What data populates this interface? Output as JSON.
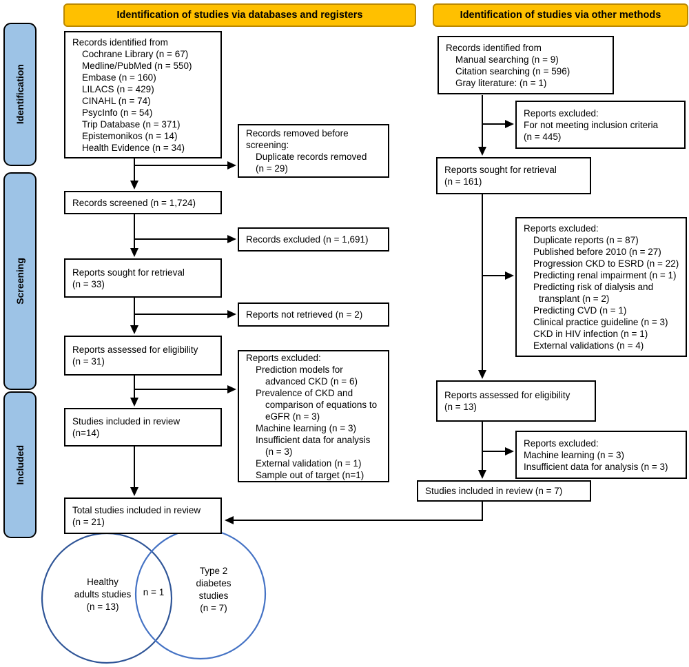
{
  "headers": {
    "left": "Identification of studies via databases and registers",
    "right": "Identification of studies via other methods"
  },
  "sidebar": {
    "identification": "Identification",
    "screening": "Screening",
    "included": "Included"
  },
  "colors": {
    "header_bg": "#FFC000",
    "header_border": "#BB8800",
    "sidebar_bg": "#9DC3E6",
    "box_border": "#000000",
    "venn_left": "#2F5597",
    "venn_right": "#4472C4"
  },
  "boxes": {
    "records_db": {
      "lines": [
        "Records identified from",
        "Cochrane Library (n = 67)",
        "Medline/PubMed (n = 550)",
        "Embase (n = 160)",
        "LILACS (n = 429)",
        "CINAHL (n = 74)",
        "PsycInfo (n = 54)",
        "Trip Database (n = 371)",
        "Epistemonikos (n = 14)",
        "Health Evidence (n = 34)"
      ]
    },
    "records_removed": {
      "lines": [
        "Records removed before",
        "screening:",
        "Duplicate records removed",
        "(n = 29)"
      ]
    },
    "records_screened": {
      "lines": [
        "Records screened (n = 1,724)"
      ]
    },
    "records_excluded": {
      "lines": [
        "Records excluded (n = 1,691)"
      ]
    },
    "reports_sought_33": {
      "lines": [
        "Reports sought for retrieval",
        "(n = 33)"
      ]
    },
    "reports_not_retrieved": {
      "lines": [
        "Reports not retrieved (n = 2)"
      ]
    },
    "reports_assessed_31": {
      "lines": [
        "Reports assessed for eligibility",
        "(n = 31)"
      ]
    },
    "reports_excluded_left": {
      "lines": [
        "Reports excluded:",
        "Prediction models for",
        "advanced CKD (n = 6)",
        "Prevalence of CKD and",
        "comparison of equations to",
        "eGFR (n = 3)",
        "Machine learning (n = 3)",
        "Insufficient data for analysis",
        "(n = 3)",
        "External validation (n = 1)",
        "Sample out of target (n=1)"
      ]
    },
    "studies_included_14": {
      "lines": [
        "Studies included in review",
        "(n=14)"
      ]
    },
    "total_studies": {
      "lines": [
        "Total studies included in review",
        "(n = 21)"
      ]
    },
    "records_other": {
      "lines": [
        "Records identified from",
        "Manual searching (n = 9)",
        "Citation searching (n = 596)",
        "Gray literature: (n = 1)"
      ]
    },
    "reports_excluded_445": {
      "lines": [
        "Reports excluded:",
        "For not meeting inclusion criteria",
        "(n = 445)"
      ]
    },
    "reports_sought_161": {
      "lines": [
        "Reports sought for retrieval",
        "(n = 161)"
      ]
    },
    "reports_excluded_right": {
      "lines": [
        "Reports excluded:",
        "Duplicate reports (n = 87)",
        "Published before 2010 (n = 27)",
        "Progression CKD to ESRD (n = 22)",
        "Predicting renal impairment (n = 1)",
        "Predicting risk of dialysis and",
        "transplant (n = 2)",
        "Predicting CVD (n = 1)",
        "Clinical practice guideline (n = 3)",
        "CKD in HIV infection (n = 1)",
        "External validations (n = 4)"
      ]
    },
    "reports_assessed_13": {
      "lines": [
        "Reports assessed for eligibility",
        "(n = 13)"
      ]
    },
    "reports_excluded_ml": {
      "lines": [
        "Reports excluded:",
        "Machine learning (n = 3)",
        "Insufficient data for analysis (n = 3)"
      ]
    },
    "studies_included_7": {
      "lines": [
        "Studies included in review (n = 7)"
      ]
    }
  },
  "venn": {
    "left": [
      "Healthy",
      "adults studies",
      "(n = 13)"
    ],
    "intersection": "n = 1",
    "right": [
      "Type 2",
      "diabetes",
      "studies",
      "(n = 7)"
    ]
  }
}
